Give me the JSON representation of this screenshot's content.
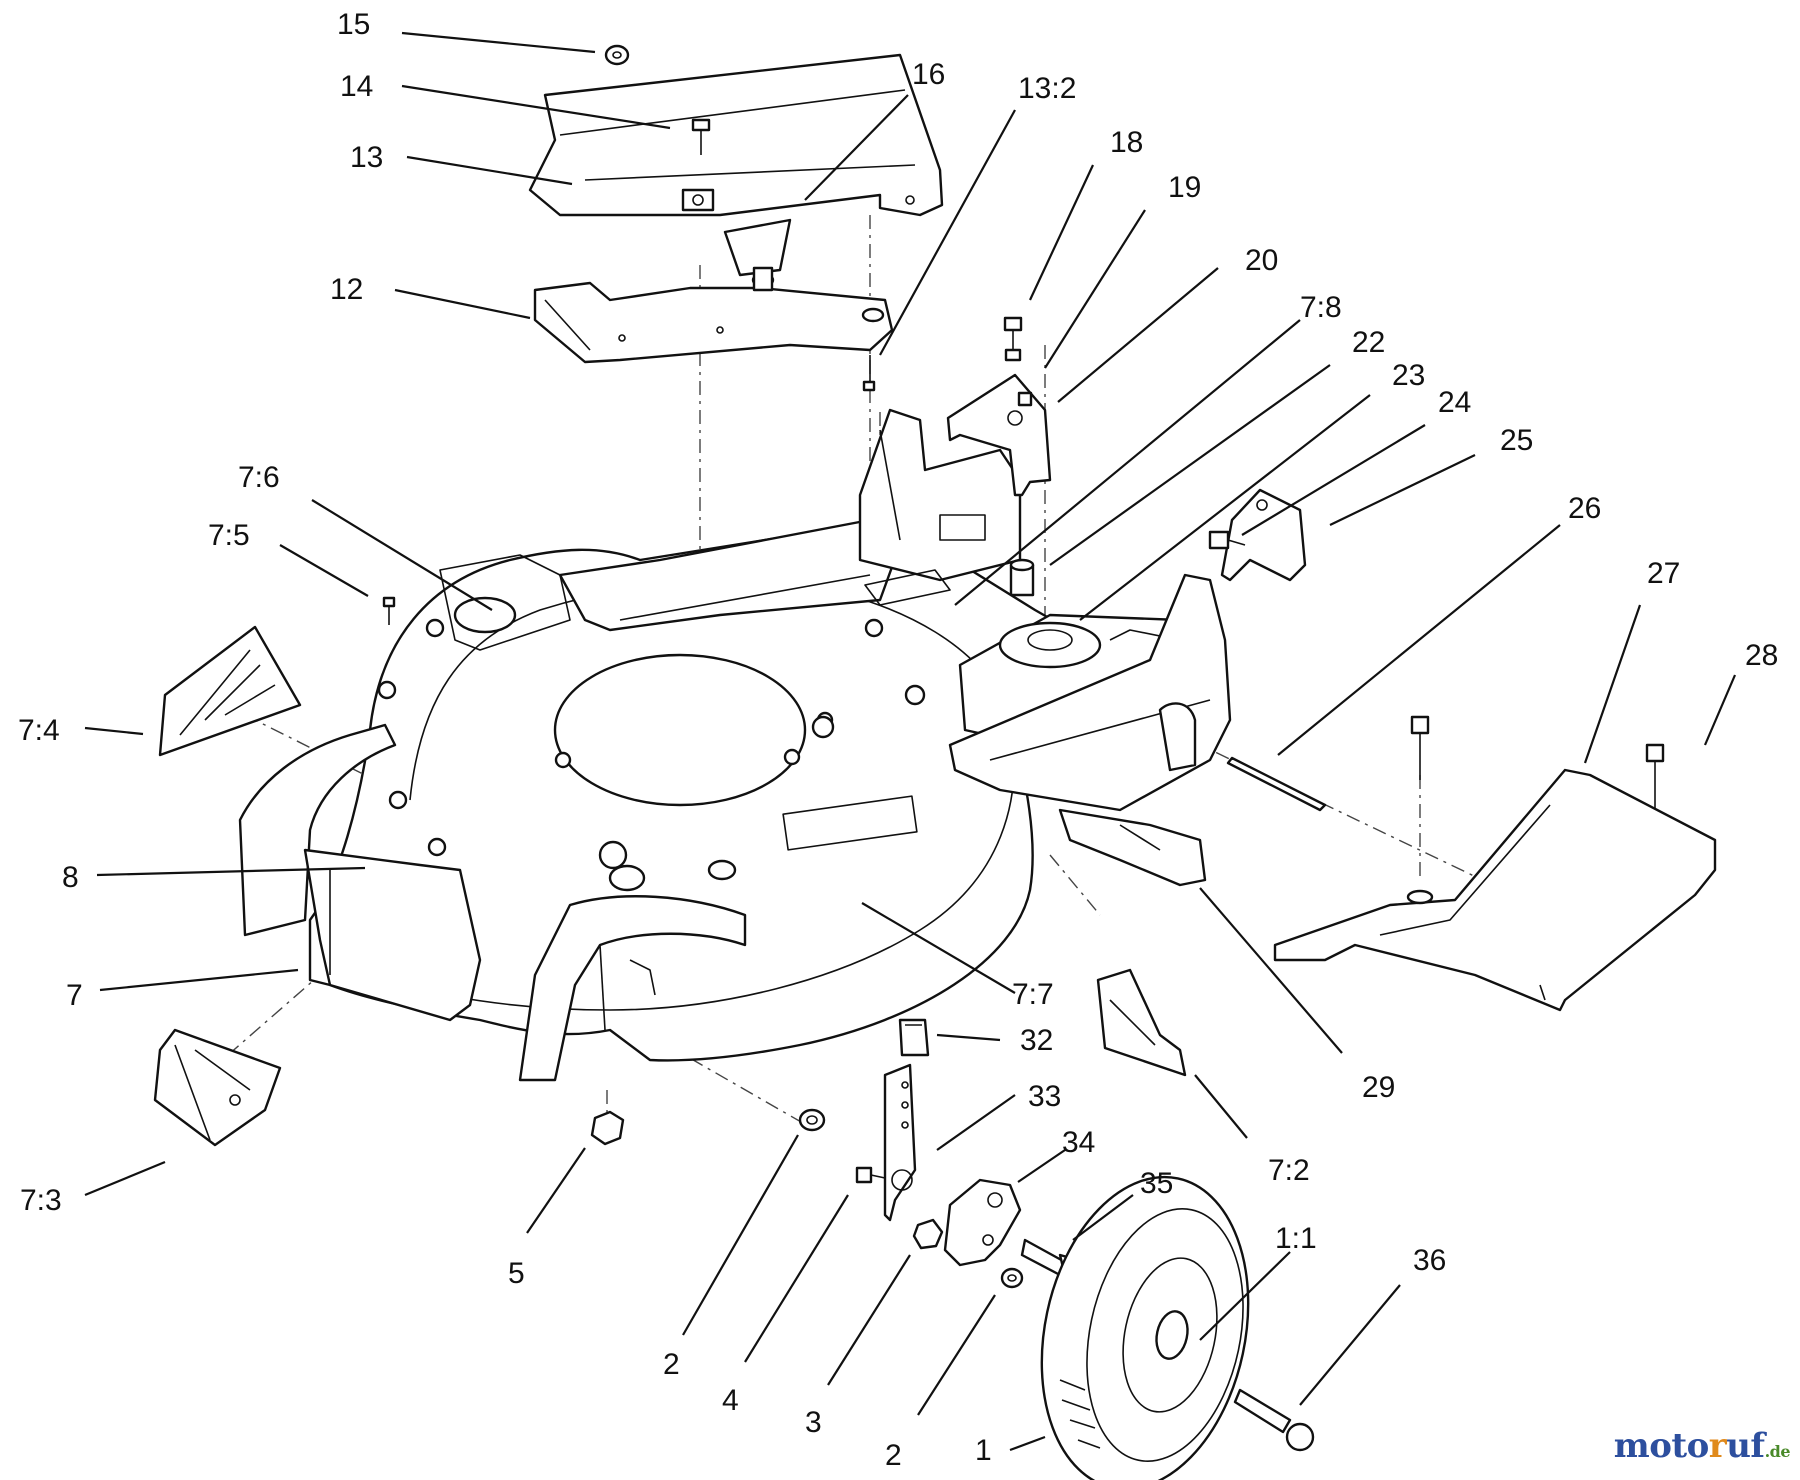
{
  "callouts": {
    "c15": "15",
    "c14": "14",
    "c16": "16",
    "c13_2": "13:2",
    "c13": "13",
    "c18": "18",
    "c19": "19",
    "c20": "20",
    "c12": "12",
    "c7_8": "7:8",
    "c22": "22",
    "c23": "23",
    "c24": "24",
    "c25": "25",
    "c7_6": "7:6",
    "c26": "26",
    "c7_5": "7:5",
    "c27": "27",
    "c28": "28",
    "c7_4": "7:4",
    "c8": "8",
    "c7": "7",
    "c7_7": "7:7",
    "c32": "32",
    "c29": "29",
    "c33": "33",
    "c34": "34",
    "c35": "35",
    "c7_2": "7:2",
    "c1_1": "1:1",
    "c7_3": "7:3",
    "c36": "36",
    "c5": "5",
    "c2a": "2",
    "c4": "4",
    "c3": "3",
    "c2b": "2",
    "c1": "1"
  },
  "watermark": {
    "a": "moto",
    "b": "r",
    "c": "uf",
    "d": ".de"
  }
}
